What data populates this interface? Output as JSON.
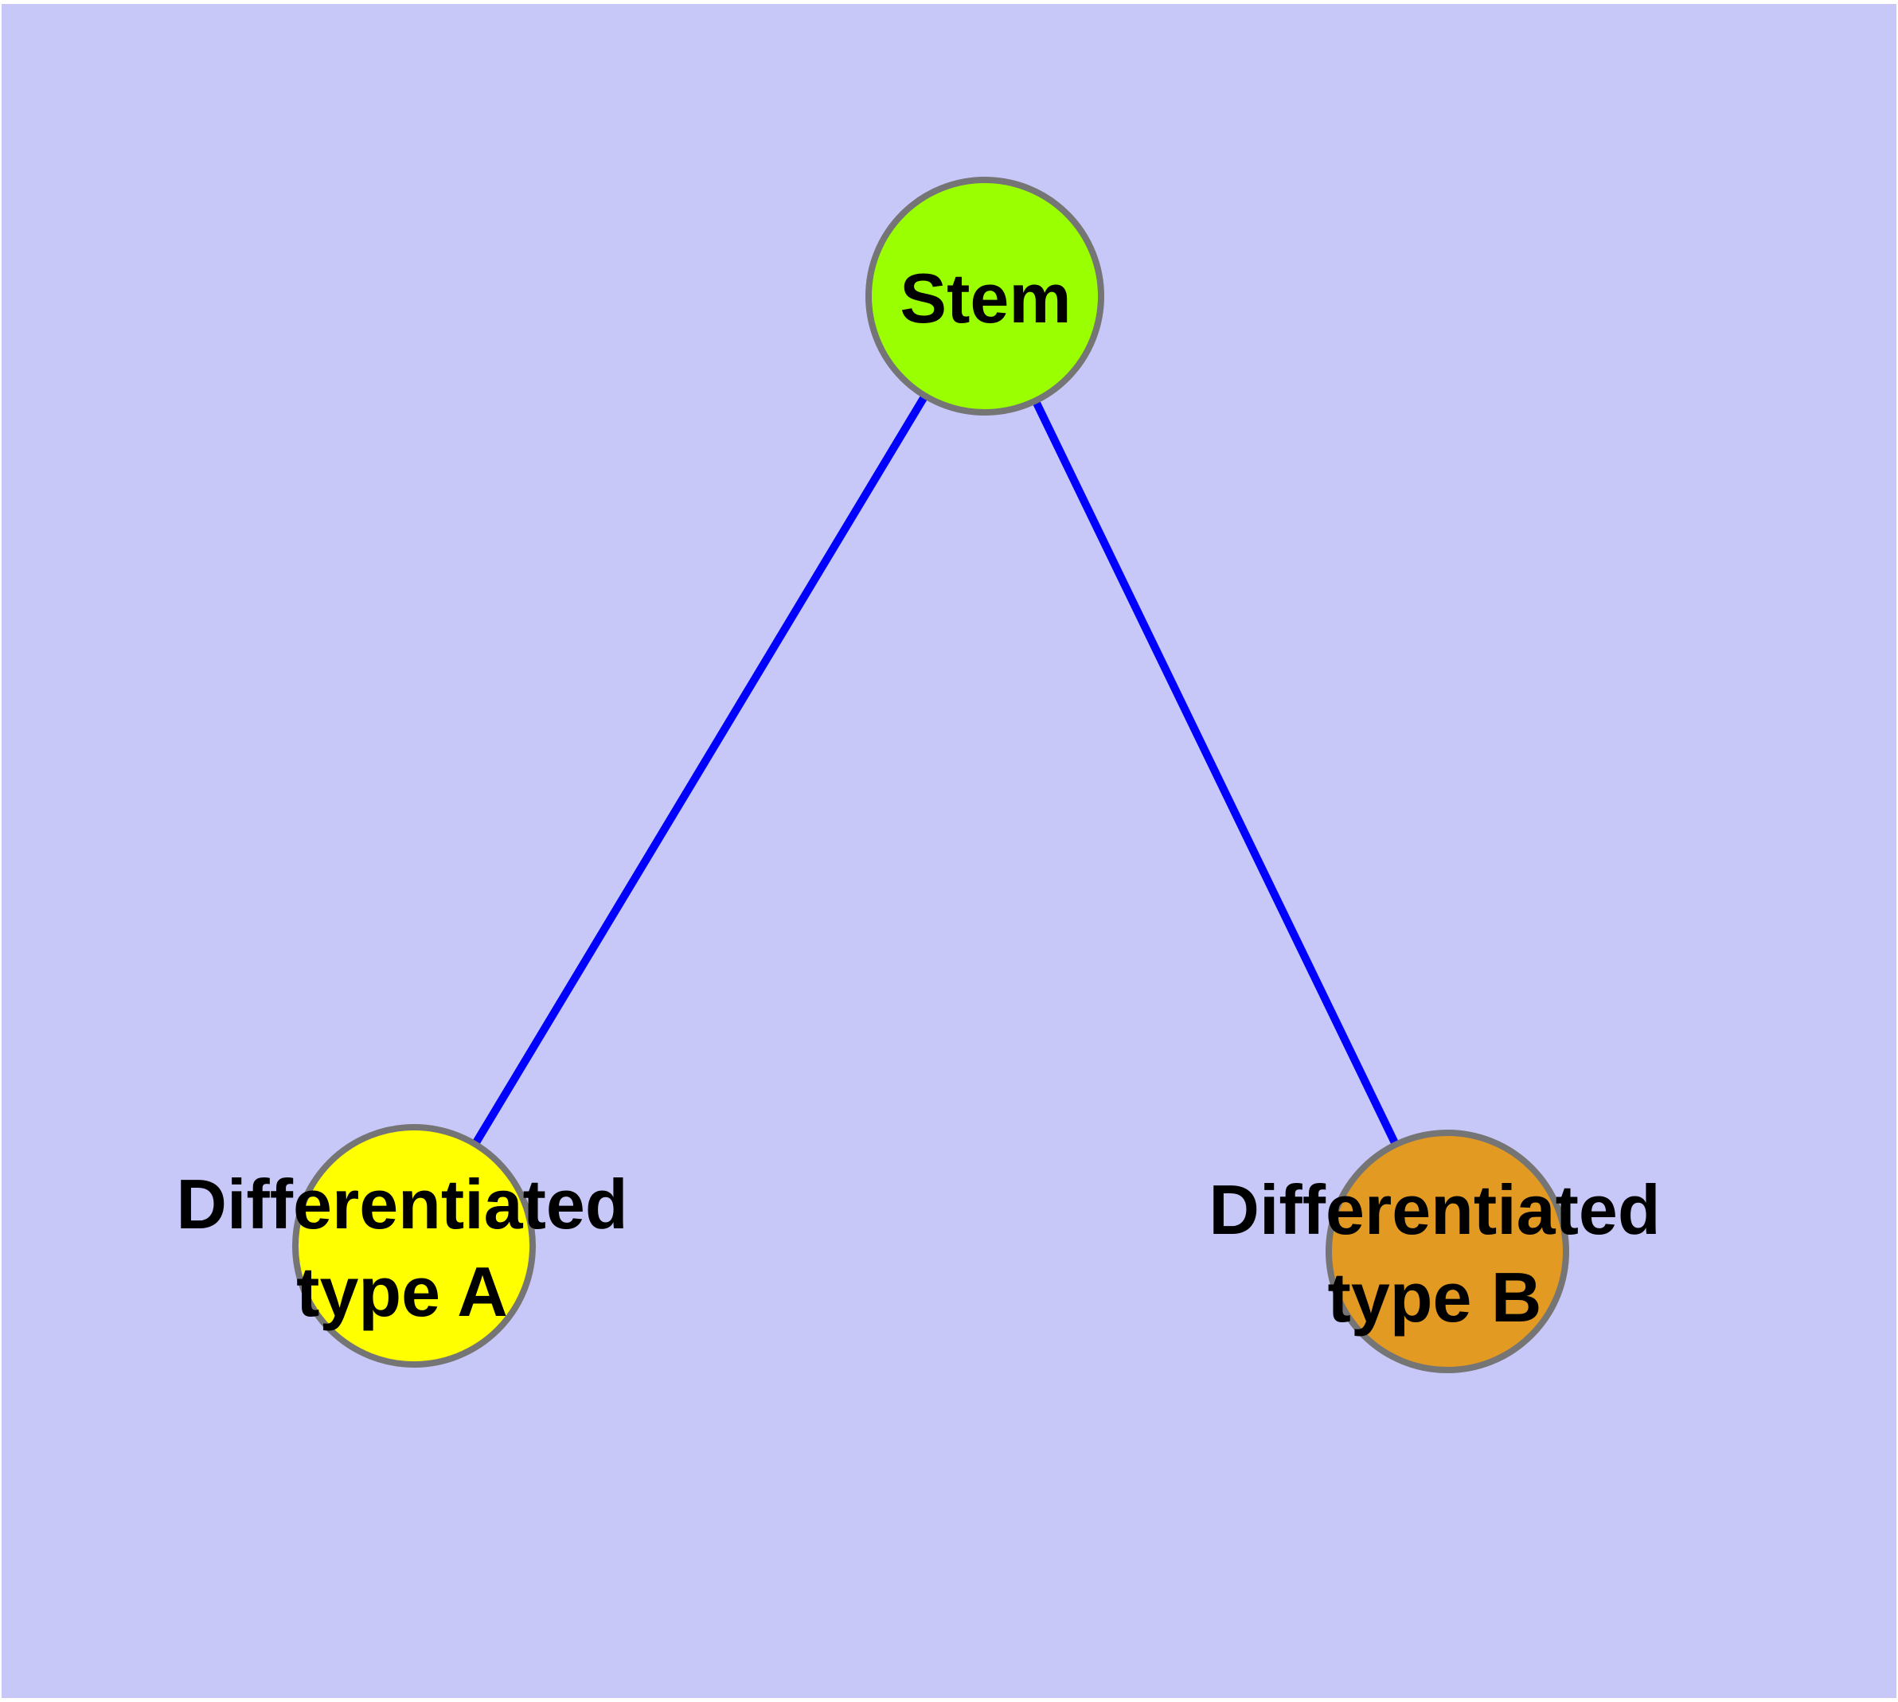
{
  "figure": {
    "type": "node-link-diagram",
    "background_color": "#C8C8F8",
    "outer_margin_color": "#FFFFFF"
  },
  "colors": {
    "edge": "#0000FF",
    "node_border": "#757575",
    "label_text": "#000000"
  },
  "nodes": {
    "stem": {
      "label": "Stem",
      "fill": "#9AFF00"
    },
    "type_a": {
      "label_line1": "Differentiated",
      "label_line2": "type A",
      "fill": "#FFFF00"
    },
    "type_b": {
      "label_line1": "Differentiated",
      "label_line2": "type B",
      "fill": "#E29A22"
    }
  },
  "edges": [
    {
      "from": "Stem",
      "to": "Differentiated type A"
    },
    {
      "from": "Stem",
      "to": "Differentiated type B"
    }
  ]
}
